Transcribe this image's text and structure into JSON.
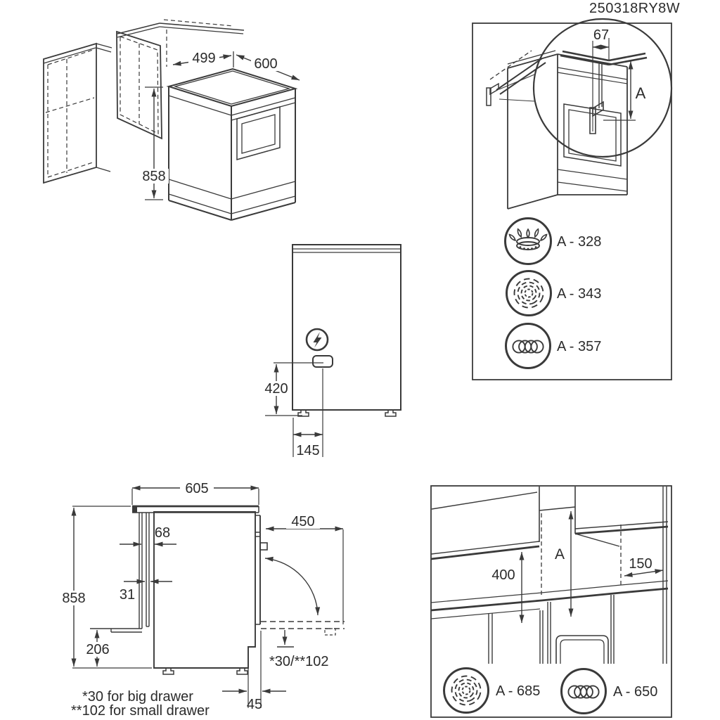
{
  "header": {
    "doc_code": "250318RY8W"
  },
  "colors": {
    "line": "#3a3a3a",
    "text": "#2b2b2b",
    "background": "#ffffff"
  },
  "iso_view": {
    "dim_niche_width": "499",
    "dim_width": "600",
    "dim_height": "858"
  },
  "bracket_panel": {
    "dim_bracket_offset": "67",
    "dim_height_label": "A",
    "hob_rows": [
      {
        "icon": "gas-burner-icon",
        "label": "A - 328"
      },
      {
        "icon": "radiant-hob-icon",
        "label": "A - 343"
      },
      {
        "icon": "coil-hob-icon",
        "label": "A - 357"
      }
    ]
  },
  "rear_view": {
    "dim_connection_height": "420",
    "dim_connection_offset": "145"
  },
  "side_view": {
    "dim_depth": "605",
    "dim_rail_gap": "68",
    "dim_rail_width": "31",
    "dim_height": "858",
    "dim_plinth_height": "206",
    "dim_door_open": "450",
    "dim_drawer_step": "*30/**102",
    "dim_foot_offset": "45",
    "notes": [
      "*30 for big drawer",
      "**102 for small drawer"
    ]
  },
  "clearance_panel": {
    "dim_hood_height": "400",
    "dim_height_label": "A",
    "dim_side_gap": "150",
    "hob_rows": [
      {
        "icon": "radiant-hob-icon",
        "label": "A - 685"
      },
      {
        "icon": "coil-hob-icon",
        "label": "A - 650"
      }
    ]
  }
}
